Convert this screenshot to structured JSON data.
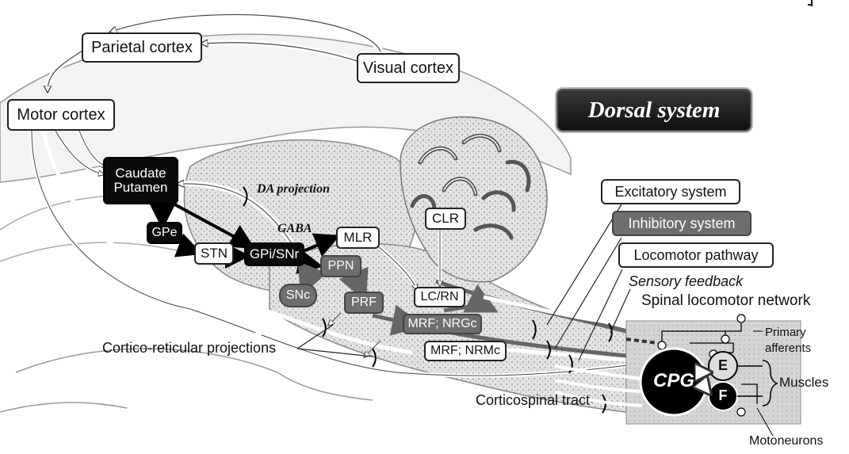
{
  "title": "Dorsal system",
  "cortex": {
    "parietal": "Parietal cortex",
    "visual": "Visual cortex",
    "motor": "Motor cortex"
  },
  "nuclei": {
    "caudate": "Caudate\nPutamen",
    "gpe": "GPe",
    "stn": "STN",
    "gpi_snr": "GPi/SNr",
    "snc": "SNc",
    "mlr": "MLR",
    "ppn": "PPN",
    "prf": "PRF",
    "clr": "CLR",
    "lc_rn": "LC/RN",
    "mrf_nrgc": "MRF; NRGc",
    "mrf_nrmc": "MRF; NRMc"
  },
  "projection_labels": {
    "da": "DA projection",
    "gaba": "GABA",
    "cortico_reticular": "Cortico-reticular projections",
    "corticospinal": "Corticospinal tract"
  },
  "legend": {
    "excitatory": "Excitatory system",
    "inhibitory": "Inhibitory system",
    "locomotor": "Locomotor pathway",
    "sensory": "Sensory feedback"
  },
  "spinal": {
    "network": "Spinal locomotor network",
    "primary_afferents": "Primary\nafferents",
    "cpg": "CPG",
    "e": "E",
    "f": "F",
    "muscles": "Muscles",
    "motoneurons": "Motoneurons"
  },
  "colors": {
    "excitatory": "#ffffff",
    "inhibitory": "#0a0a0a",
    "dopaminergic": "#6e6e6e",
    "tissue": "#d6d6d6"
  }
}
